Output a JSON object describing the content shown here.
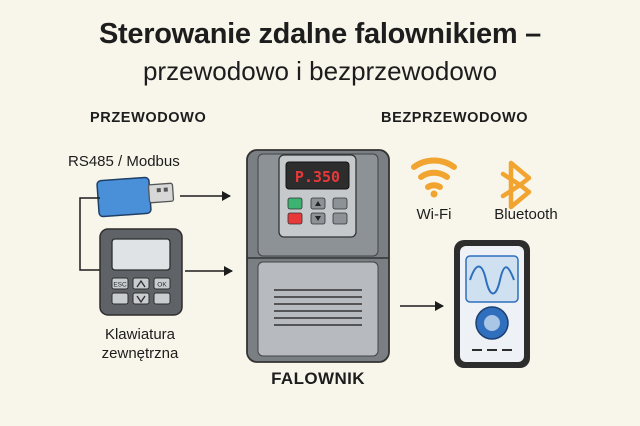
{
  "title": "Sterowanie zdalne falownikiem –",
  "subtitle": "przewodowo i bezprzewodowo",
  "wired": {
    "heading": "PRZEWODOWO",
    "usb_label": "RS485 / Modbus",
    "keypad_label_line1": "Klawiatura",
    "keypad_label_line2": "zewnętrzna",
    "keypad_keys": [
      "ESC",
      "OK"
    ]
  },
  "wireless": {
    "heading": "BEZPRZEWODOWO",
    "wifi_label": "Wi-Fi",
    "bluetooth_label": "Bluetooth"
  },
  "inverter": {
    "label": "FALOWNIK",
    "display": "P.350"
  },
  "colors": {
    "accent_orange": "#f2a431",
    "usb_blue": "#4a90d9",
    "display_bg": "#2d2d2d",
    "display_red": "#e8383a",
    "phone_blue": "#2f6fbe",
    "body_gray": "#6e7378"
  }
}
